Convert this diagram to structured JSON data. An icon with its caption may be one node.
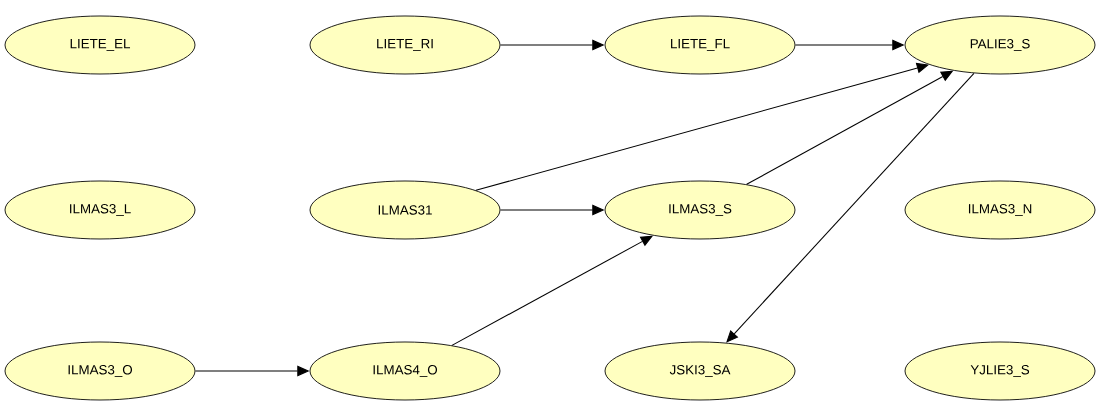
{
  "diagram": {
    "nodes": [
      {
        "text": [
          "LIETE_EL"
        ]
      },
      {
        "text": [
          "LIETE_RI"
        ]
      },
      {
        "text": [
          "LIETE_FL"
        ]
      },
      {
        "text": [
          "PALIE3_S"
        ]
      },
      {
        "text": [
          "ILMAS3_L"
        ]
      },
      {
        "text": [
          "ILMAS31"
        ]
      },
      {
        "text": [
          "ILMAS3_S"
        ]
      },
      {
        "text": [
          "ILMAS3_N"
        ]
      },
      {
        "text": [
          "ILMAS3_O"
        ]
      },
      {
        "text": [
          "ILMAS4_O"
        ]
      },
      {
        "text": [
          "JSKI3_SA"
        ]
      },
      {
        "text": [
          "YJLIE3_S"
        ]
      }
    ],
    "edges": [
      {
        "from": 1,
        "to": 2,
        "arrow": "to"
      },
      {
        "from": 2,
        "to": 3,
        "arrow": "to"
      },
      {
        "from": 5,
        "to": 3,
        "arrow": "to"
      },
      {
        "from": 6,
        "to": 3,
        "arrow": "to"
      },
      {
        "from": 3,
        "to": 10,
        "arrow": "to"
      },
      {
        "from": 5,
        "to": 6,
        "arrow": "to"
      },
      {
        "from": 9,
        "to": 6,
        "arrow": "to"
      },
      {
        "from": 8,
        "to": 9,
        "arrow": "to"
      }
    ]
  }
}
